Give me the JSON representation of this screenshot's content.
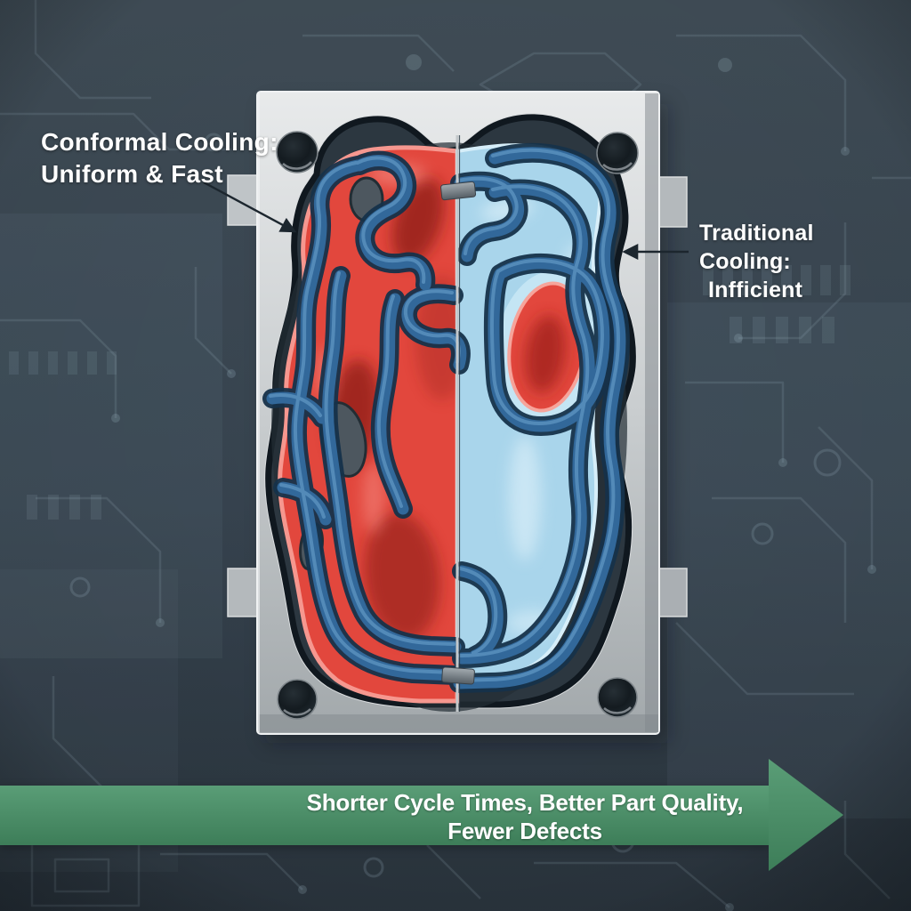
{
  "labels": {
    "conformal": {
      "line1": "Conformal Cooling:",
      "line2": "Uniform & Fast"
    },
    "traditional": {
      "line1": "Traditional Cooling:",
      "line2": "Infficient"
    }
  },
  "banner": {
    "line1": "Shorter Cycle Times, Better Part Quality,",
    "line2": "Fewer Defects"
  },
  "colors": {
    "page-bg": "#36424c",
    "banner-green": "#479267",
    "label-text": "#ffffff",
    "plate-light": "#e8eaeb",
    "plate-dark": "#a2a8ab",
    "channel-blue": "#32689a",
    "hot-red": "#e2473d",
    "cool-blue": "#a9d5eb",
    "arrow-dark": "#1c262e"
  }
}
